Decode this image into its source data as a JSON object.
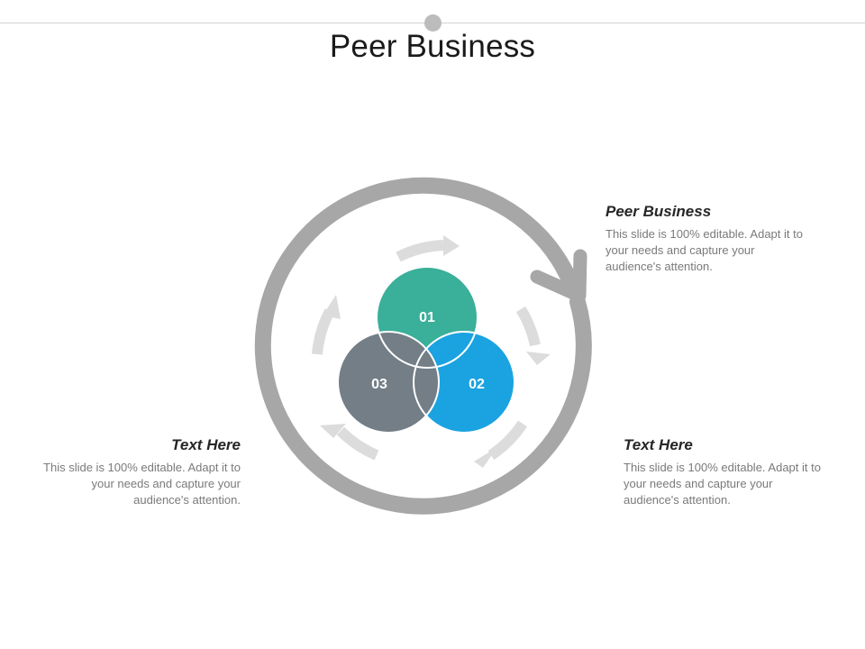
{
  "title": "Peer Business",
  "colors": {
    "circle_01": "#3aaf99",
    "circle_02": "#1aa3e0",
    "circle_03": "#737e87",
    "ring": "#a7a7a7",
    "arrows": "#dcdcdc"
  },
  "circles": [
    {
      "label": "01"
    },
    {
      "label": "02"
    },
    {
      "label": "03"
    }
  ],
  "callouts": [
    {
      "heading": "Peer Business",
      "body": "This slide is 100% editable. Adapt it to your needs and capture your audience's attention."
    },
    {
      "heading": "Text Here",
      "body": "This slide is 100% editable. Adapt it to your needs and capture your audience's attention."
    },
    {
      "heading": "Text Here",
      "body": "This slide is 100% editable. Adapt it to your needs and capture your audience's attention."
    }
  ]
}
